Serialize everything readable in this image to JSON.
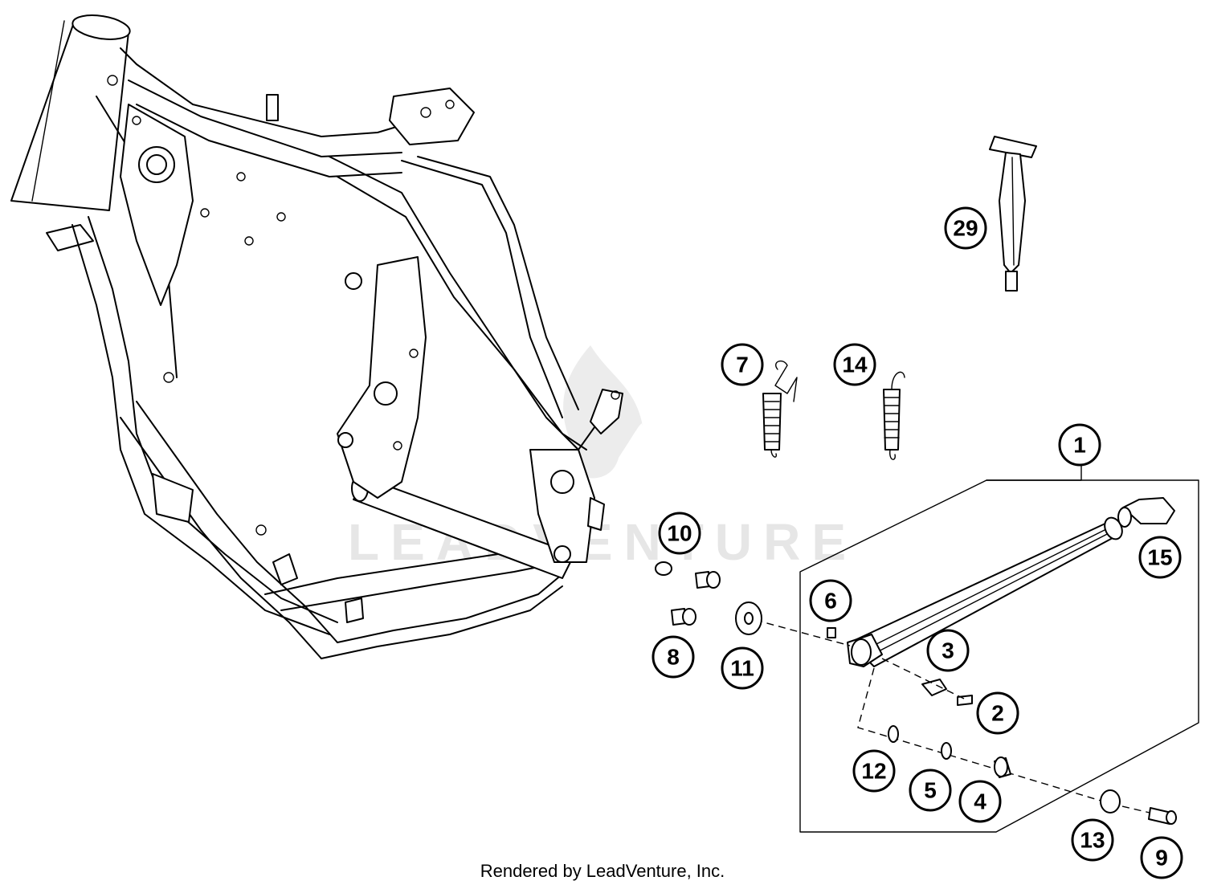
{
  "watermark": {
    "text": "LEADVENTURE"
  },
  "callouts": [
    "29",
    "7",
    "14",
    "1",
    "10",
    "15",
    "6",
    "3",
    "8",
    "11",
    "2",
    "12",
    "5",
    "4",
    "13",
    "9"
  ],
  "footer": {
    "credit": "Rendered by LeadVenture, Inc."
  }
}
